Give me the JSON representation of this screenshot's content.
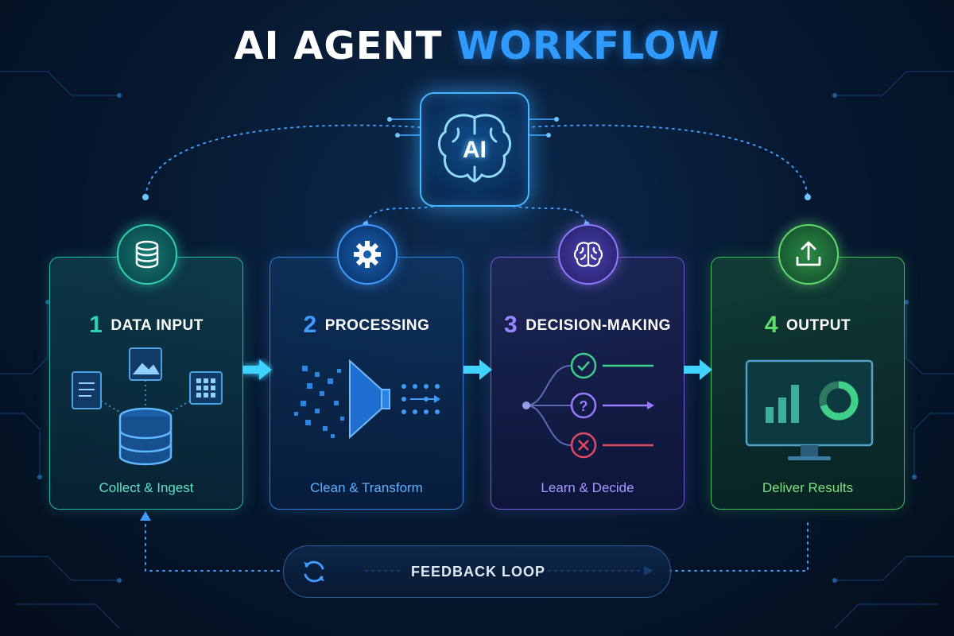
{
  "title": {
    "part1": "AI AGENT",
    "part2": "WORKFLOW"
  },
  "ai_hub": {
    "label": "AI",
    "icon": "brain-icon"
  },
  "steps": [
    {
      "number": "1",
      "title": "DATA INPUT",
      "subtitle": "Collect & Ingest",
      "icon": "database-icon",
      "color": "#2fd1b5"
    },
    {
      "number": "2",
      "title": "PROCESSING",
      "subtitle": "Clean & Transform",
      "icon": "gear-icon",
      "color": "#3e9bff"
    },
    {
      "number": "3",
      "title": "DECISION-MAKING",
      "subtitle": "Learn & Decide",
      "icon": "brain-icon",
      "color": "#9a86ff"
    },
    {
      "number": "4",
      "title": "OUTPUT",
      "subtitle": "Deliver Results",
      "icon": "upload-icon",
      "color": "#5fdc6a"
    }
  ],
  "feedback": {
    "label": "FEEDBACK LOOP",
    "icon": "refresh-icon"
  },
  "colors": {
    "accent": "#2f9bff",
    "background": "#071a33"
  }
}
